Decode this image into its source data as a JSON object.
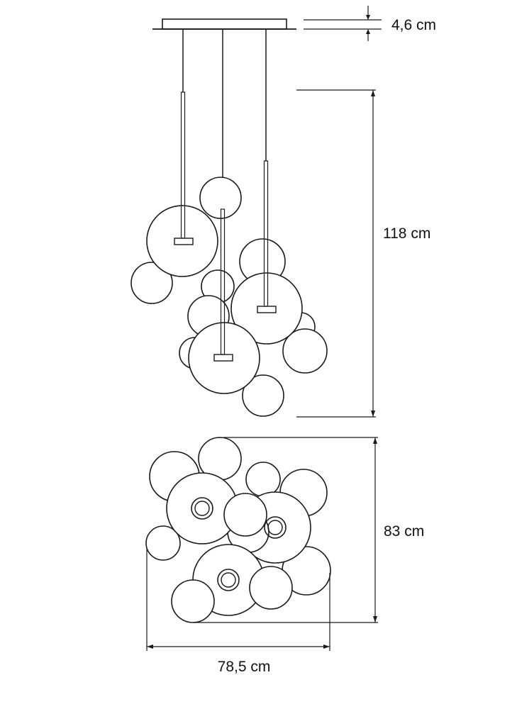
{
  "dimensions": {
    "canopy_height": "4,6 cm",
    "total_drop": "118 cm",
    "depth": "83 cm",
    "width": "78,5 cm"
  },
  "colors": {
    "line": "#1a1a1a",
    "background": "#ffffff"
  }
}
